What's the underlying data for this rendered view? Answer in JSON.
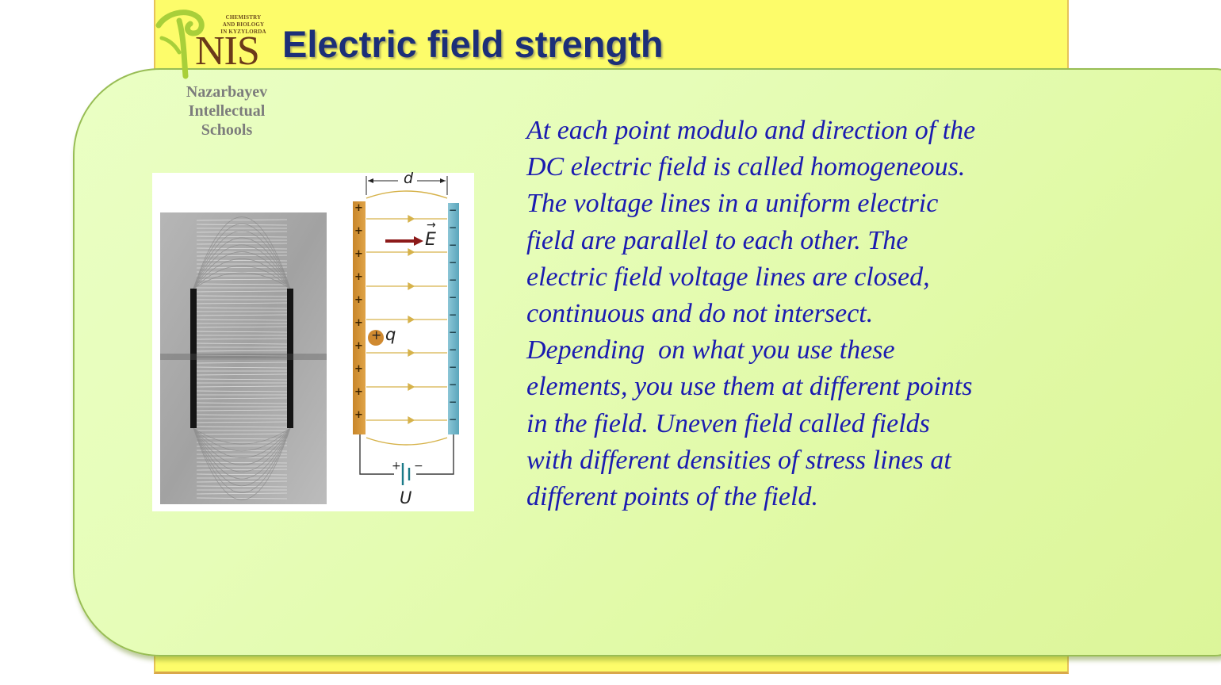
{
  "slide": {
    "title": "Electric field strength",
    "logo": {
      "small_line_1": "CHEMISTRY",
      "small_line_2": "AND BIOLOGY",
      "small_line_3": "in KYZYLORDA",
      "abbreviation": "NIS",
      "name_line_1": "Nazarbayev",
      "name_line_2": "Intellectual",
      "name_line_3": "Schools"
    },
    "figure": {
      "distance_label": "d",
      "field_label": "E",
      "charge_label": "q",
      "voltage_label": "U",
      "plus_sign": "+",
      "minus_sign": "−",
      "plate_plus_signs": [
        "+",
        "+",
        "+",
        "+",
        "+",
        "+",
        "+",
        "+",
        "+",
        "+"
      ],
      "plate_minus_signs": [
        "−",
        "−",
        "−",
        "−",
        "−",
        "−",
        "−",
        "−",
        "−",
        "−",
        "−",
        "−",
        "−"
      ]
    },
    "body_lines": [
      "At each point modulo and direction of the",
      "DC electric field is called homogeneous.",
      "The voltage lines in a uniform electric",
      "field are parallel to each other. The",
      "electric field voltage lines are closed,",
      "continuous and do not intersect.",
      "Depending  on what you use these",
      "elements, you use them at different points",
      "in the field. Uneven field called fields",
      "with different densities of stress lines at",
      "different points of the field."
    ],
    "colors": {
      "strip": "#fdfc6a",
      "panel": "#e6fdb8",
      "title": "#1c2f78",
      "body_text": "#1b1bb0"
    }
  }
}
